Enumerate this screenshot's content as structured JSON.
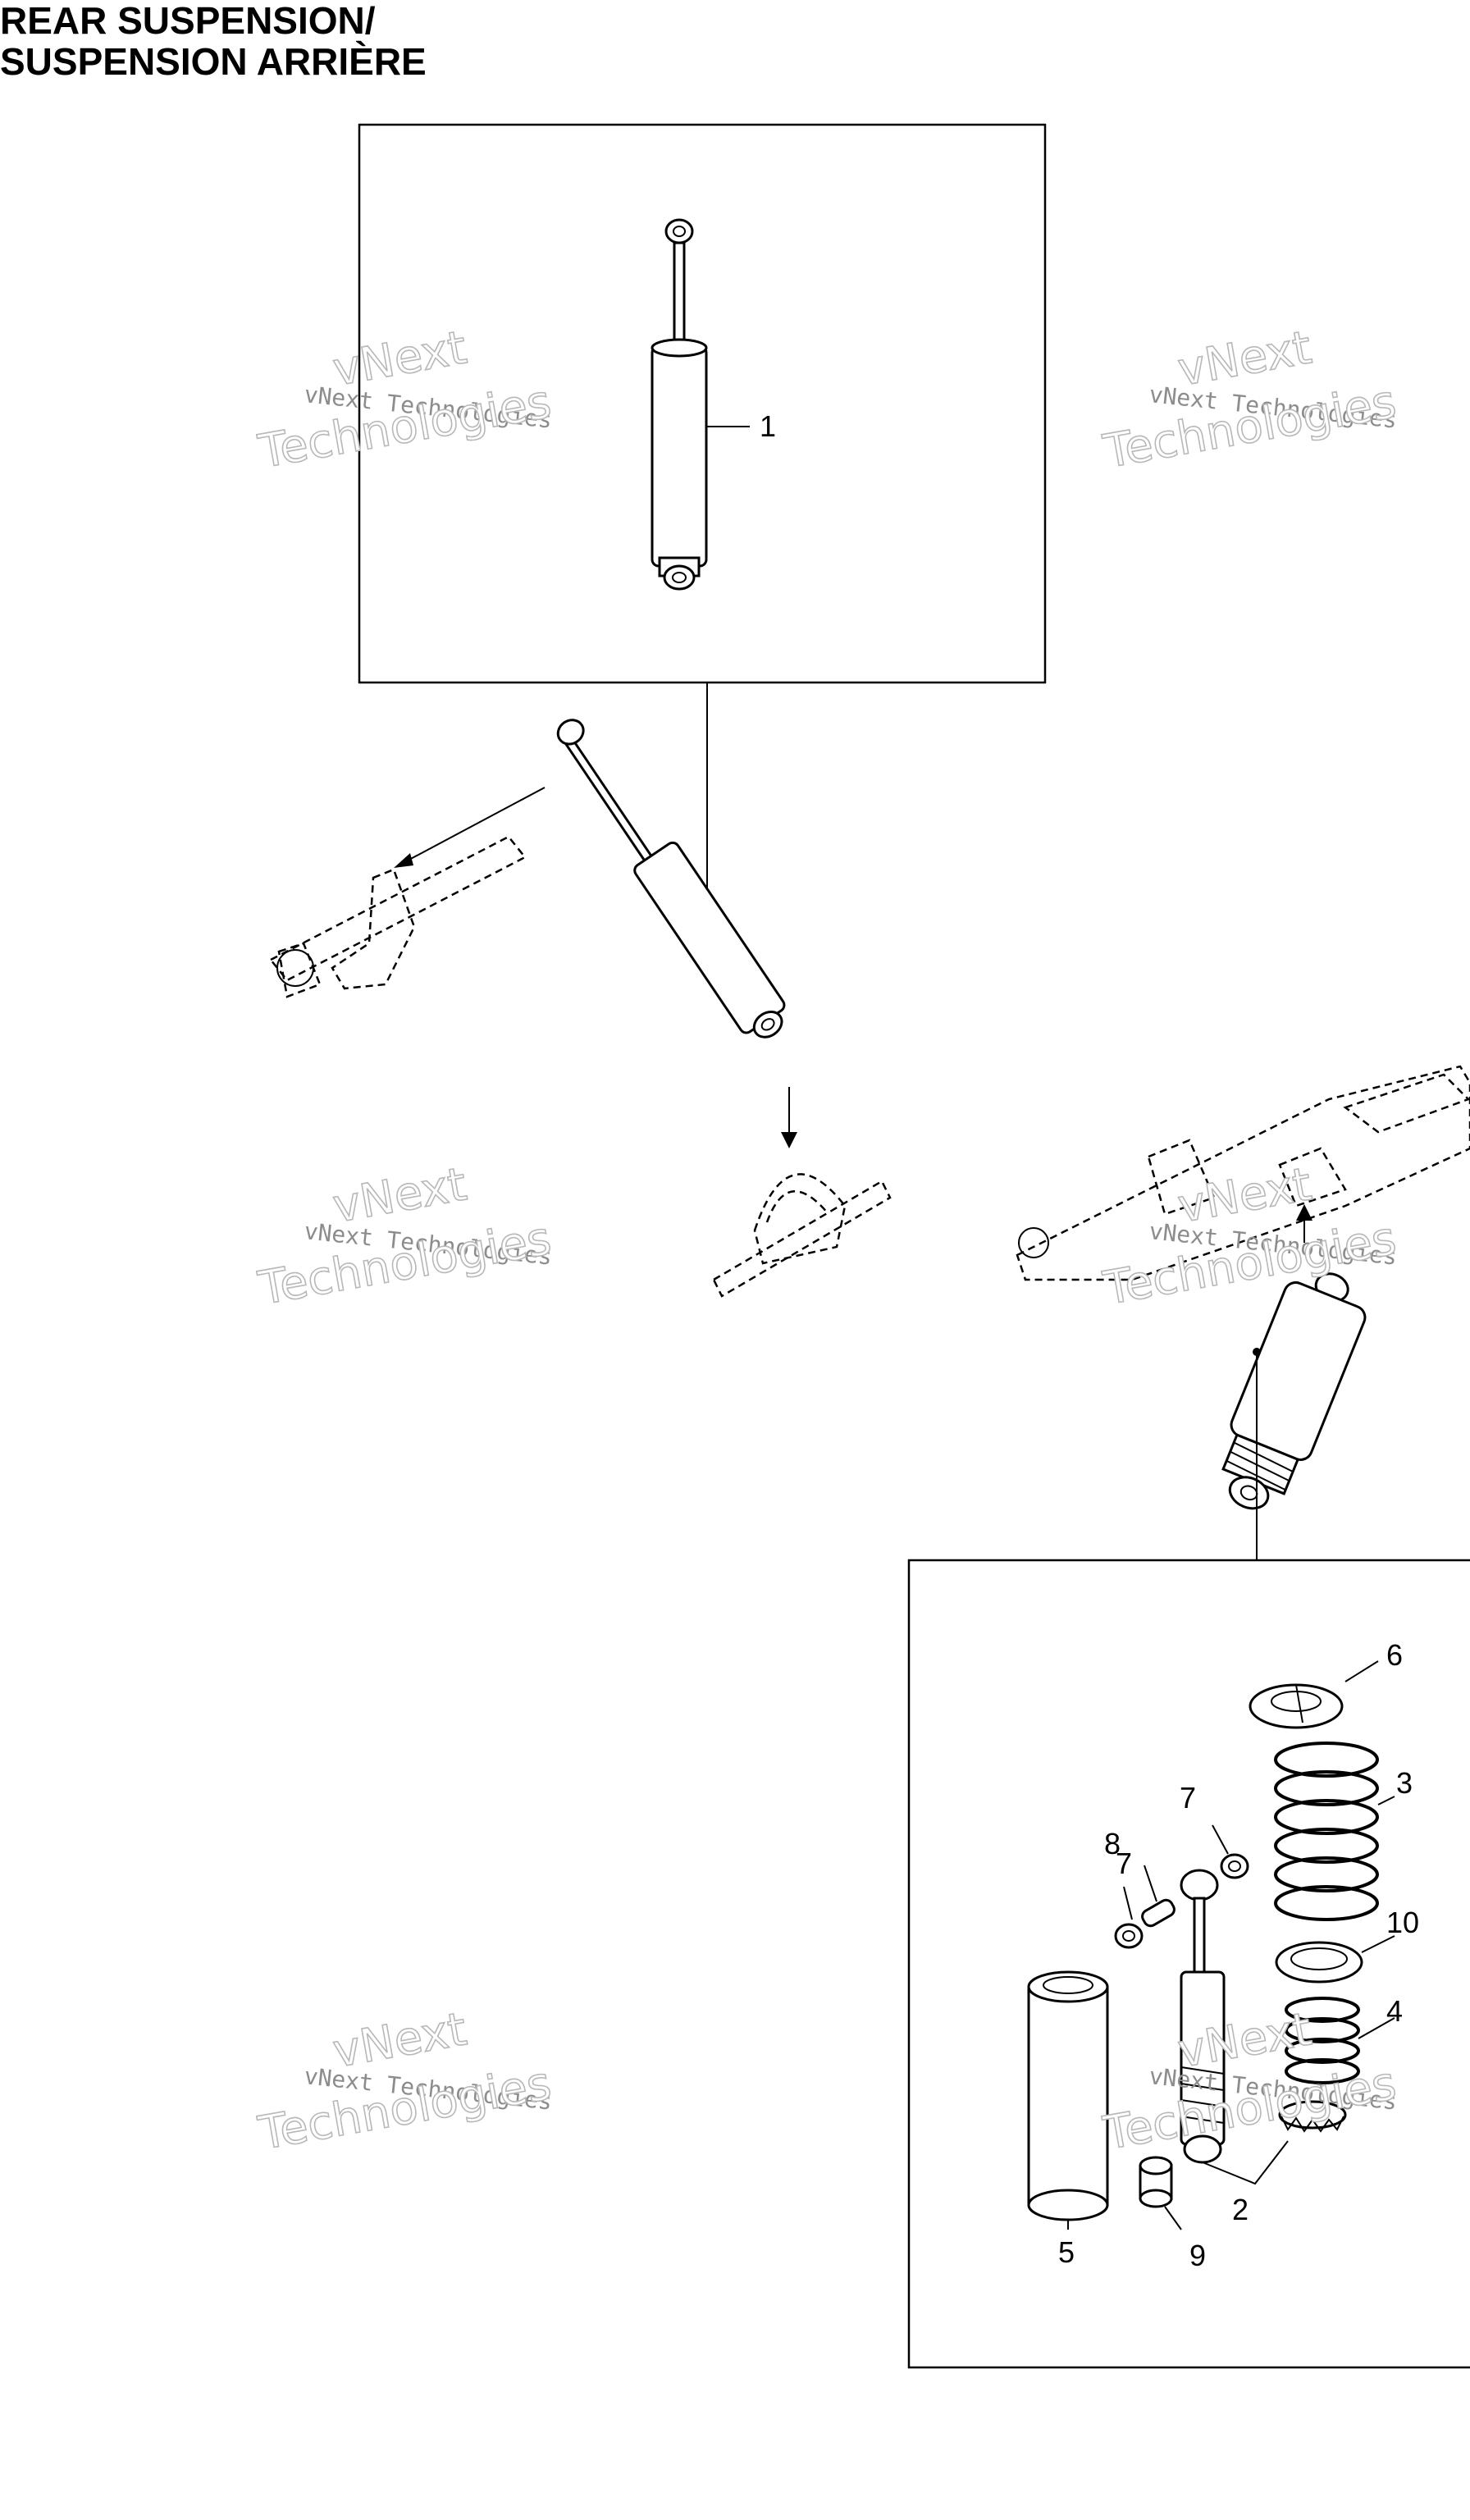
{
  "title": {
    "line1": "REAR SUSPENSION/",
    "line2": "SUSPENSION ARRIÈRE"
  },
  "callouts": [
    "1",
    "2",
    "3",
    "4",
    "5",
    "6",
    "7",
    "7",
    "8",
    "9",
    "10"
  ],
  "watermark": {
    "line1": "vNext Technologies",
    "line2": "vNext",
    "line3": "Technologies"
  }
}
